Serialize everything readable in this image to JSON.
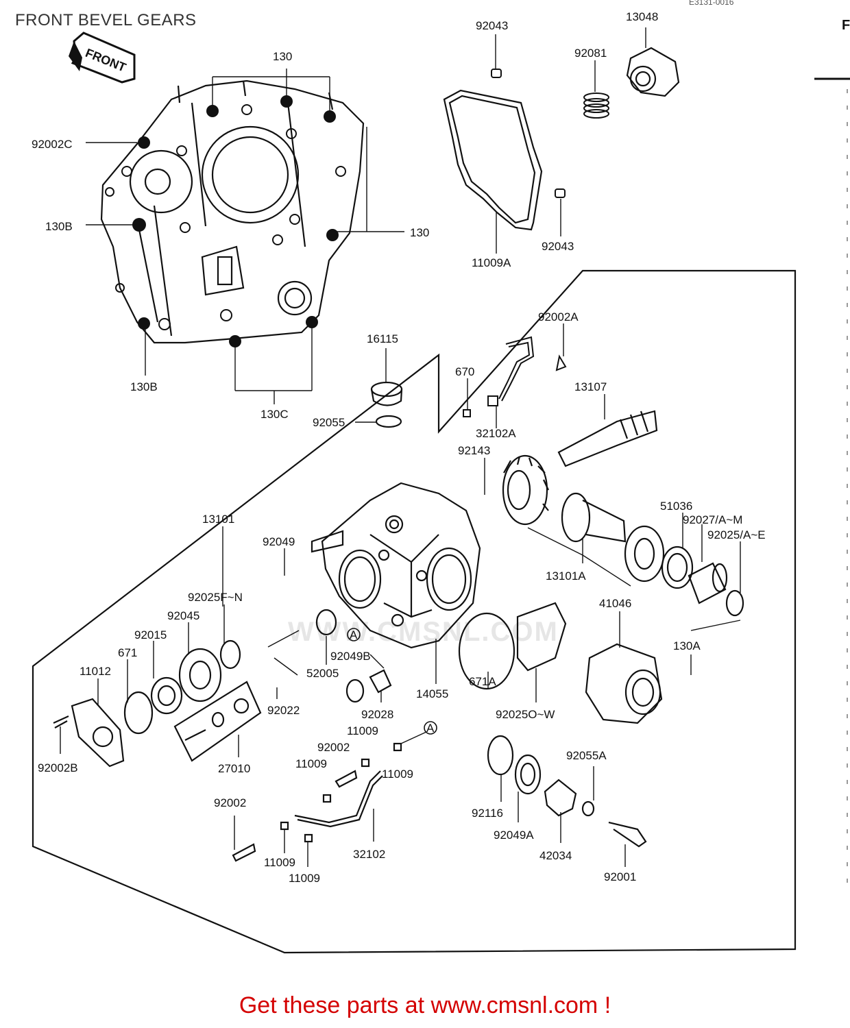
{
  "title": "FRONT BEVEL GEARS",
  "diagram_code": "E3131-0016",
  "front_marker": "FRONT",
  "watermark": "WWW.CMSNL.COM",
  "banner": "Get these parts at www.cmsnl.com !",
  "right_fragment": "F",
  "part_labels": {
    "p92043a": "92043",
    "p13048": "13048",
    "p92081": "92081",
    "p130a": "130",
    "p92002c": "92002C",
    "p130b1": "130B",
    "p130r": "130",
    "p92043b": "92043",
    "p11009a": "11009A",
    "p130b2": "130B",
    "p130c": "130C",
    "p92002a": "92002A",
    "p16115": "16115",
    "p670": "670",
    "p13107": "13107",
    "p92055": "92055",
    "p32102a": "32102A",
    "p92143": "92143",
    "p13101": "13101",
    "p92049": "92049",
    "p51036": "51036",
    "p92027": "92027/A~M",
    "p92025ae": "92025/A~E",
    "p13101a": "13101A",
    "p92025fn": "92025F~N",
    "p41046": "41046",
    "p92045": "92045",
    "p92015": "92015",
    "p671": "671",
    "p11012": "11012",
    "p92049b": "92049B",
    "p52005": "52005",
    "p130a2": "130A",
    "p14055": "14055",
    "p671a": "671A",
    "p92022": "92022",
    "p92028": "92028",
    "p92025ow": "92025O~W",
    "p92002b": "92002B",
    "p27010": "27010",
    "p11009_1": "11009",
    "p92002_1": "92002",
    "p11009_2": "11009",
    "p11009_3": "11009",
    "p92055a": "92055A",
    "p92002_2": "92002",
    "p92116": "92116",
    "p92049a": "92049A",
    "p32102": "32102",
    "p42034": "42034",
    "p11009_4": "11009",
    "p11009_5": "11009",
    "p92001": "92001"
  },
  "callout_marks": [
    "A",
    "A"
  ]
}
